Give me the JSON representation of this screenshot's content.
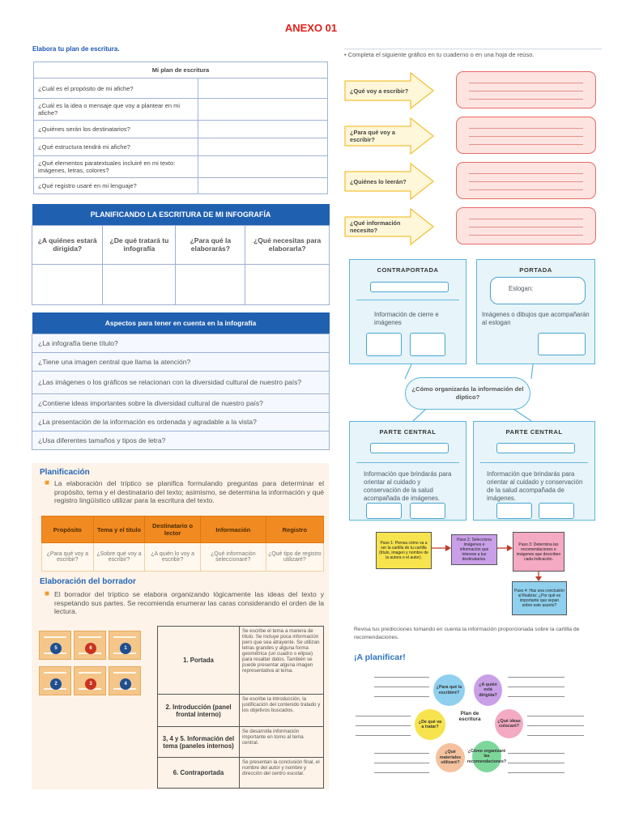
{
  "title": "ANEXO 01",
  "plan": {
    "heading": "Elabora tu plan de escritura.",
    "table_title": "Mi plan de escritura",
    "rows": [
      "¿Cuál es el propósito de mi afiche?",
      "¿Cuál es la idea o mensaje que voy a plantear en mi afiche?",
      "¿Quiénes serán los destinatarios?",
      "¿Qué estructura tendrá mi afiche?",
      "¿Qué elementos paratextuales incluiré en mi texto: imágenes, letras, colores?",
      "¿Qué registro usaré en mi lenguaje?"
    ]
  },
  "infografia": {
    "header": "PLANIFICANDO LA ESCRITURA DE MI INFOGRAFÍA",
    "questions": [
      "¿A quiénes estará dirigida?",
      "¿De qué tratará tu infografía",
      "¿Para qué la elaborarás?",
      "¿Qué necesitas para elaborarla?"
    ]
  },
  "aspectos": {
    "header": "Aspectos para tener en cuenta en la infografía",
    "items": [
      "¿La infografía tiene título?",
      "¿Tiene una imagen central que llama la atención?",
      "¿Las imágenes o los gráficos se relacionan con la diversidad cultural de nuestro país?",
      "¿Contiene ideas importantes sobre la diversidad cultural de nuestro país?",
      "¿La presentación de la información es ordenada y agradable a la vista?",
      "¿Usa diferentes tamaños y tipos de letra?"
    ]
  },
  "planificacion": {
    "title": "Planificación",
    "paragraph": "La elaboración del tríptico se planifica formulando preguntas para determinar el propósito, tema y el destinatario del texto; asimismo, se determina la información y qué registro lingüístico utilizar para la escritura del texto.",
    "headers": [
      "Propósito",
      "Tema y el título",
      "Destinatario o lector",
      "Información",
      "Registro"
    ],
    "cells": [
      "¿Para qué voy a escribir?",
      "¿Sobre qué voy a escribir?",
      "¿A quién lo voy a escribir?",
      "¿Qué información seleccionaré?",
      "¿Qué tipo de registro utilizaré?"
    ]
  },
  "borrador": {
    "title": "Elaboración del borrador",
    "paragraph": "El borrador del tríptico se elabora organizando lógicamente las ideas del texto y respetando sus partes. Se recomienda enumerar las caras considerando el orden de la lectura.",
    "panel_numbers": [
      "5",
      "6",
      "1",
      "2",
      "3",
      "4"
    ],
    "rows": [
      {
        "name": "1. Portada",
        "desc": "Se escribe el tema a manera de título. Se incluye poca información pero que sea atrayente. Se utilizan letras grandes y alguna forma geométrica (un cuadro o elipse) para resaltar datos. También se puede presentar alguna imagen representativa al tema."
      },
      {
        "name": "2. Introducción (panel frontal interno)",
        "desc": "Se escribe la introducción, la justificación del contenido tratado y los objetivos buscados."
      },
      {
        "name": "3, 4 y 5. Información del tema (paneles internos)",
        "desc": "Se desarrolla información importante en torno al tema central."
      },
      {
        "name": "6. Contraportada",
        "desc": "Se presentan la conclusión final, el nombre del autor y nombre y dirección del centro escolar."
      }
    ]
  },
  "grafico": {
    "intro": "•   Completa el siguiente gráfico en tu cuaderno o en una hoja de reúso.",
    "arrows": [
      "¿Qué voy a escribir?",
      "¿Para qué voy a escribir?",
      "¿Quiénes lo leerán?",
      "¿Qué información necesito?"
    ]
  },
  "diptico": {
    "contraportada": "CONTRAPORTADA",
    "contraportada_text": "Información de cierre e imágenes",
    "portada": "PORTADA",
    "eslogan": "Eslogan:",
    "portada_text": "Imágenes o dibujos que acompañarán al eslogan",
    "center": "¿Cómo organizarás la información del díptico?",
    "parte_central": "PARTE CENTRAL",
    "parte_text": "Información que brindarás para orientar al cuidado y conservación de la salud acompañada de imágenes."
  },
  "pasos": [
    "Paso 1: Piensa cómo va a ser la cartilla de tu cartilla (título, imagen y nombre de la autora o el autor).",
    "Paso 2: Selecciona imágenes e información que interese a tus destinatarios.",
    "Paso 3: Determina las recomendaciones e imágenes que describen cada indicación.",
    "Paso 4: Haz una conclusión al finalizar: ¿Por qué es importante que sepan sobre este asunto?"
  ],
  "aplanificar": {
    "text": "Revisa tus predicciones tomando en cuenta la información proporcionada sobre la cartilla de recomendaciones.",
    "title": "¡A planificar!",
    "center": "Plan de escritura",
    "bubbles": [
      "¿Para qué la escribiré?",
      "¿A quién está dirigida?",
      "¿De qué va a tratar?",
      "¿Qué ideas colocaré?",
      "¿Qué materiales utilizaré?",
      "¿Cómo organizaré las recomendaciones?"
    ]
  },
  "colors": {
    "title_red": "#e0201b",
    "blue_header": "#2060b0",
    "orange": "#f18a21",
    "cyan_border": "#5bb5d8"
  }
}
